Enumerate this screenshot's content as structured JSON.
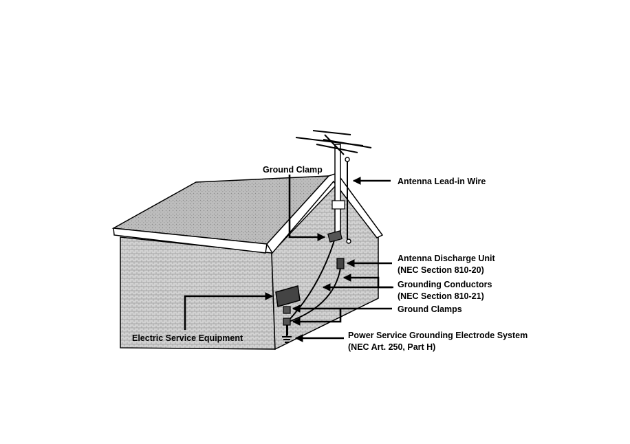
{
  "labels": {
    "ground_clamp": "Ground Clamp",
    "antenna_lead_in": "Antenna Lead-in Wire",
    "discharge_unit": "Antenna Discharge Unit",
    "discharge_unit_ref": "(NEC Section 810-20)",
    "grounding_conductors": "Grounding Conductors",
    "grounding_conductors_ref": "(NEC Section 810-21)",
    "ground_clamps": "Ground Clamps",
    "electric_service": "Electric Service Equipment",
    "power_service": "Power Service Grounding Electrode System",
    "power_service_ref": "(NEC Art. 250, Part H)"
  },
  "colors": {
    "line": "#000000",
    "wall_fill": "#cfcfcf",
    "roof_fill": "#b8b8b8",
    "background": "#ffffff"
  }
}
